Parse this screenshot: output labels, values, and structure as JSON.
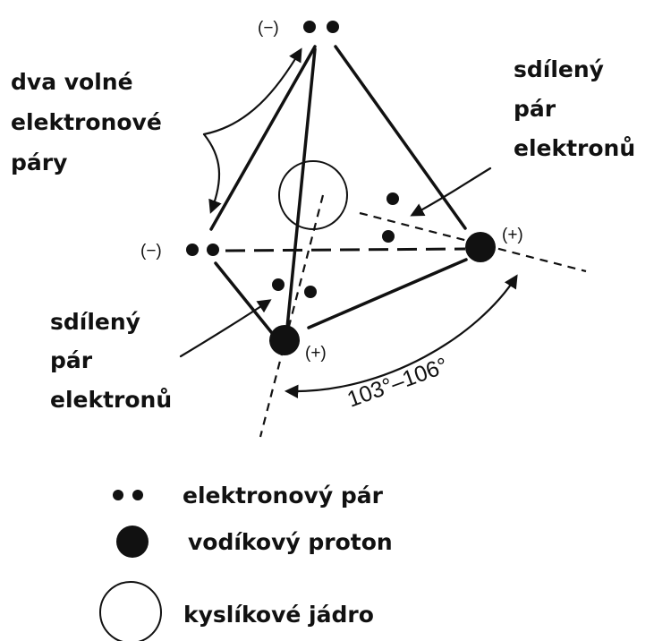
{
  "charges": {
    "negative": "(−)",
    "positive": "(+)"
  },
  "labels": {
    "lone_pairs": [
      "dva volné",
      "elektronové",
      "páry"
    ],
    "shared_pair_right": [
      "sdílený",
      "pár",
      "elektronů"
    ],
    "shared_pair_left": [
      "sdílený",
      "pár",
      "elektronů"
    ],
    "angle": "103°–106°"
  },
  "legend": [
    {
      "icon": "electron-pair-icon",
      "label": "elektronový pár"
    },
    {
      "icon": "proton-icon",
      "label": "vodíkový proton"
    },
    {
      "icon": "nucleus-icon",
      "label": "kyslíkové jádro"
    }
  ],
  "colors": {
    "ink": "#111111",
    "background": "#ffffff"
  }
}
